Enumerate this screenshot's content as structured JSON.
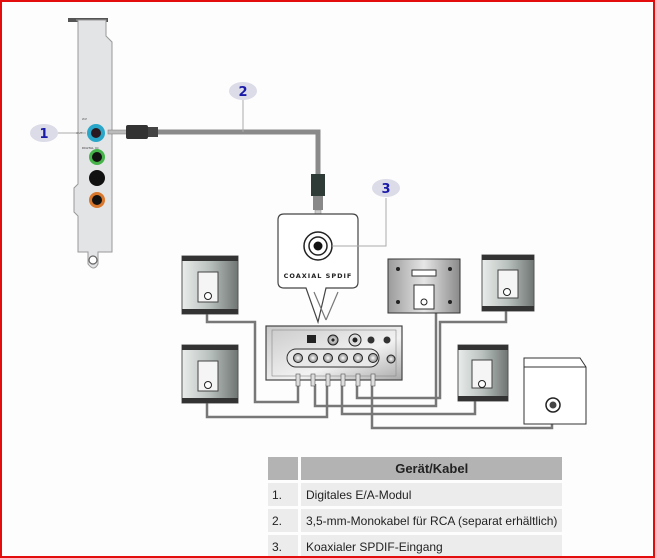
{
  "diagram": {
    "callouts": [
      {
        "number": "1",
        "target": "digital-io-port"
      },
      {
        "number": "2",
        "target": "mono-cable"
      },
      {
        "number": "3",
        "target": "coaxial-spdif-input"
      }
    ],
    "coaxial_label": "COAXIAL SPDIF",
    "card_port_label": "DIGITAL_IO",
    "colors": {
      "frame_border": "#e30d0d",
      "callout_text": "#1a1aa8",
      "callout_bubble": "#dcdce8",
      "cable": "#8a8a8a",
      "jack_digital": "#2aa6c9",
      "jack_green": "#46b34a",
      "jack_black": "#111111",
      "jack_orange": "#d9782d"
    }
  },
  "legend": {
    "header": "Gerät/Kabel",
    "rows": [
      {
        "num": "1.",
        "text": "Digitales E/A-Modul"
      },
      {
        "num": "2.",
        "text": "3,5-mm-Monokabel für RCA (separat erhältlich)"
      },
      {
        "num": "3.",
        "text": "Koaxialer SPDIF-Eingang"
      }
    ]
  }
}
